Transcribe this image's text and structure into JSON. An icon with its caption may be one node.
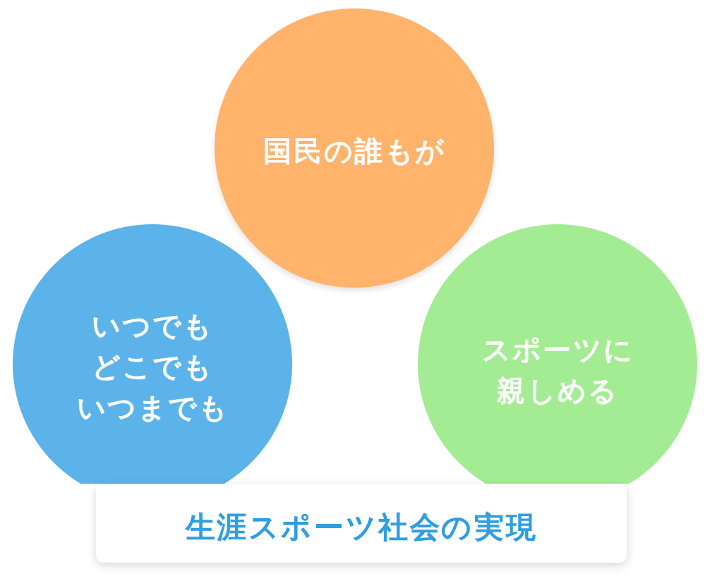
{
  "diagram": {
    "nodes": [
      {
        "text": [
          "国民の誰もが"
        ]
      },
      {
        "text": [
          "いつでもどこでもいつまでも"
        ]
      },
      {
        "text": [
          "スポーツに親しめる"
        ]
      },
      {
        "text": [
          "生涯スポーツ社会の実現"
        ]
      }
    ]
  }
}
